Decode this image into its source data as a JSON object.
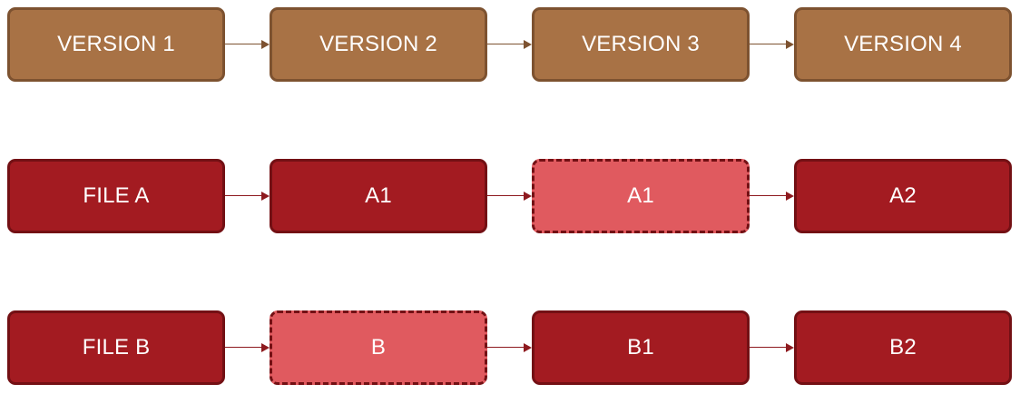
{
  "versions_row": [
    "VERSION 1",
    "VERSION 2",
    "VERSION 3",
    "VERSION 4"
  ],
  "file_a_row": [
    "FILE A",
    "A1",
    "A1",
    "A2"
  ],
  "file_b_row": [
    "FILE B",
    "B",
    "B1",
    "B2"
  ],
  "colors": {
    "version_fill": "#a87245",
    "version_border": "#7d5230",
    "file_fill": "#a31b21",
    "file_border": "#731014",
    "unchanged_fill": "#e05a5f",
    "text": "#ffffff"
  }
}
